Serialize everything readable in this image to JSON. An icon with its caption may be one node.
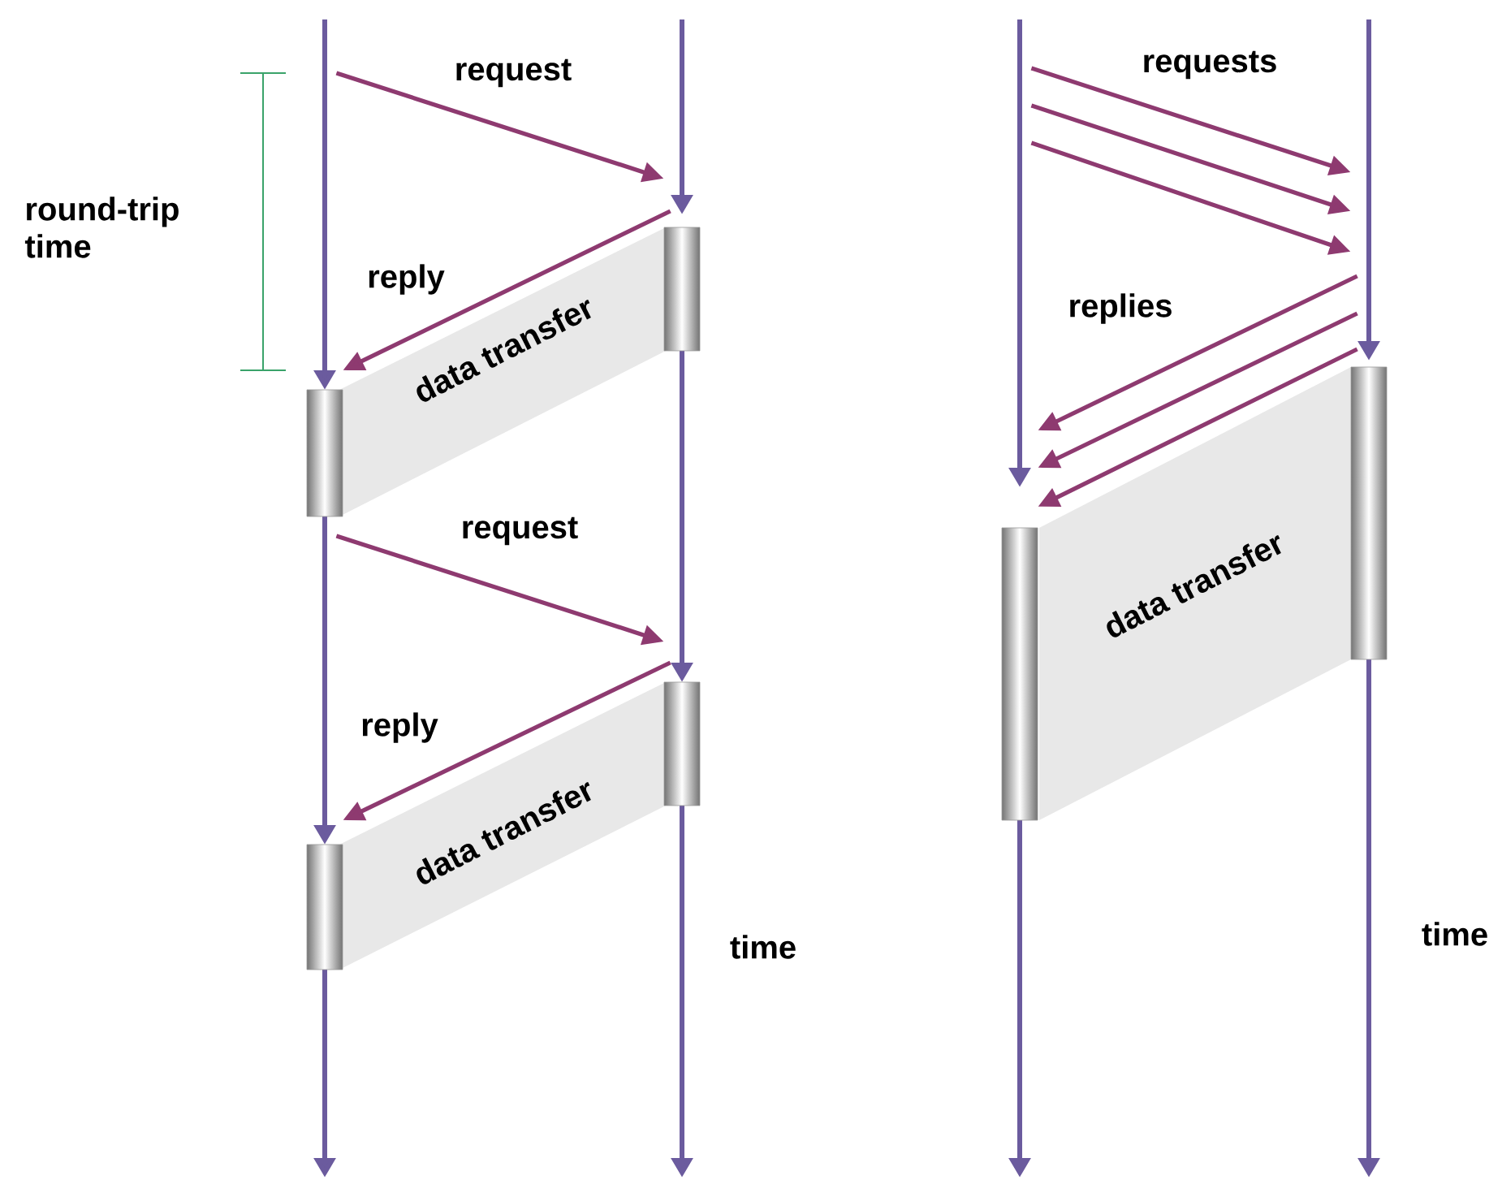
{
  "diagram": {
    "nodes": [
      {
        "text": [],
        "shape": "bar"
      },
      {
        "text": [],
        "shape": "bar",
        "beside": [
          "time"
        ]
      },
      {
        "text": [],
        "shape": "bar"
      },
      {
        "text": [],
        "shape": "bar",
        "beside": [
          "time"
        ]
      },
      {
        "text": [
          "data transfer"
        ]
      },
      {
        "text": [
          "data transfer"
        ]
      },
      {
        "text": [
          "data transfer"
        ]
      }
    ],
    "edges": [
      {
        "from": 0,
        "to": 1,
        "arrow": "to",
        "label": "request"
      },
      {
        "from": 1,
        "to": 0,
        "arrow": "to",
        "label": "reply"
      },
      {
        "from": 0,
        "to": 1,
        "arrow": "to",
        "label": "request"
      },
      {
        "from": 1,
        "to": 0,
        "arrow": "to",
        "label": "reply"
      },
      {
        "from": 2,
        "to": 3,
        "arrow": "to",
        "label": "requests"
      },
      {
        "from": 2,
        "to": 3,
        "arrow": "to"
      },
      {
        "from": 2,
        "to": 3,
        "arrow": "to"
      },
      {
        "from": 3,
        "to": 2,
        "arrow": "to",
        "label": "replies"
      },
      {
        "from": 3,
        "to": 2,
        "arrow": "to"
      },
      {
        "from": 3,
        "to": 2,
        "arrow": "to"
      }
    ],
    "labels": [
      "round-trip time"
    ]
  }
}
